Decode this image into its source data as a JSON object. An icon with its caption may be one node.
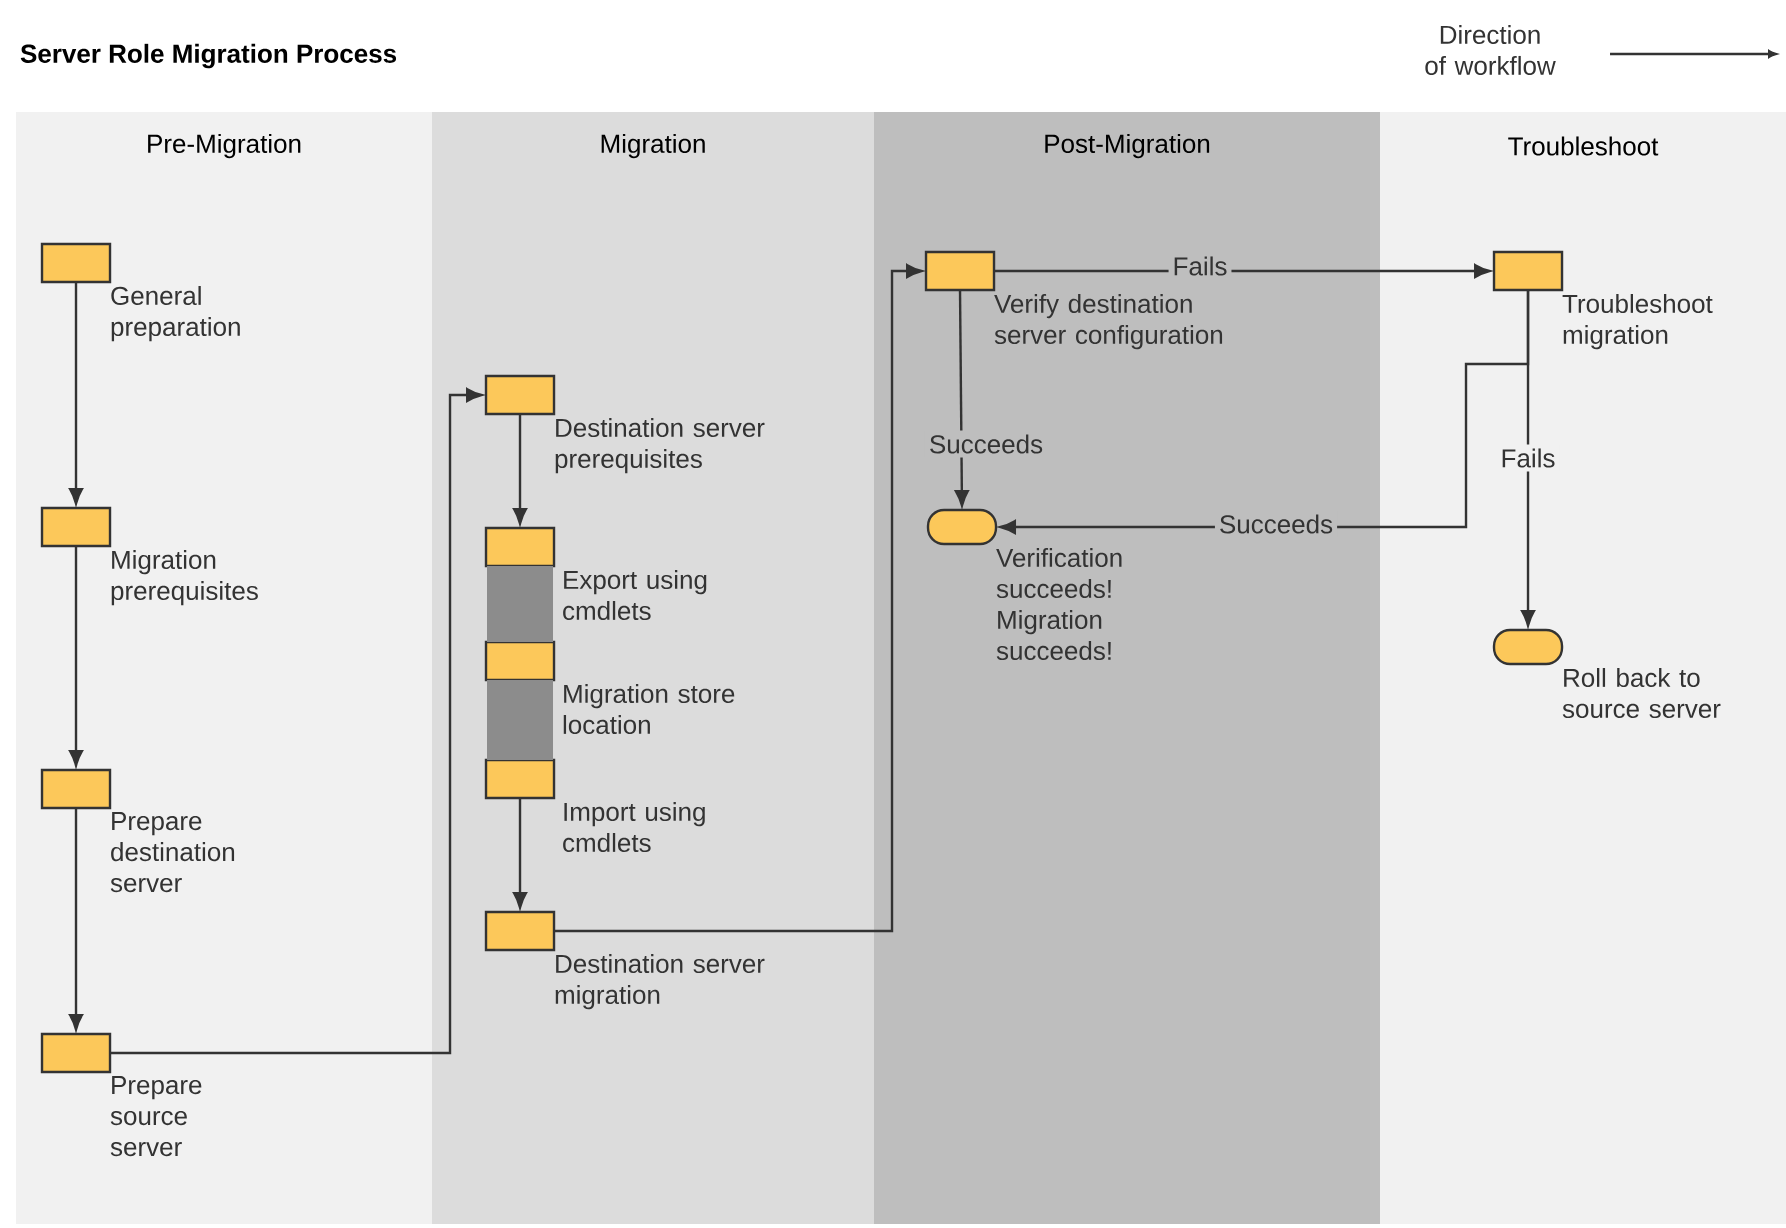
{
  "diagram": {
    "title": "Server Role Migration Process",
    "nodes": [
      {
        "text": [
          "Pre-Migration"
        ]
      },
      {
        "text": [
          "Migration"
        ]
      },
      {
        "text": [
          "Post-Migration"
        ]
      },
      {
        "text": [
          "Troubleshoot"
        ]
      },
      {
        "text": [
          "General preparation"
        ],
        "in": 0
      },
      {
        "text": [
          "Migration prerequisites"
        ],
        "in": 0
      },
      {
        "text": [
          "Prepare destination server"
        ],
        "in": 0
      },
      {
        "text": [
          "Prepare source server"
        ],
        "in": 0
      },
      {
        "text": [
          "Destination server prerequisites"
        ],
        "in": 1
      },
      {
        "text": [
          "Export using cmdlets"
        ],
        "in": 1
      },
      {
        "text": [
          "Migration store location"
        ],
        "in": 1
      },
      {
        "text": [
          "Import using cmdlets"
        ],
        "in": 1
      },
      {
        "text": [
          "Destination server migration"
        ],
        "in": 1
      },
      {
        "text": [
          "Verify destination server configuration"
        ],
        "in": 2
      },
      {
        "text": [
          "Verification succeeds! Migration succeeds!"
        ],
        "in": 2
      },
      {
        "text": [
          "Troubleshoot migration"
        ],
        "in": 3
      },
      {
        "text": [
          "Roll back to source server"
        ],
        "in": 3
      }
    ],
    "edges": [
      {
        "from": 4,
        "to": 5,
        "arrow": "to"
      },
      {
        "from": 5,
        "to": 6,
        "arrow": "to"
      },
      {
        "from": 6,
        "to": 7,
        "arrow": "to"
      },
      {
        "from": 7,
        "to": 8,
        "arrow": "to"
      },
      {
        "from": 8,
        "to": 9,
        "arrow": "to"
      },
      {
        "from": 9,
        "to": 10,
        "arrow": "none",
        "style": "thick",
        "color": "#8c8c8c"
      },
      {
        "from": 10,
        "to": 11,
        "arrow": "none",
        "style": "thick",
        "color": "#8c8c8c"
      },
      {
        "from": 11,
        "to": 12,
        "arrow": "to"
      },
      {
        "from": 12,
        "to": 13,
        "arrow": "to"
      },
      {
        "from": 13,
        "to": 15,
        "arrow": "to",
        "label": "Fails"
      },
      {
        "from": 13,
        "to": 14,
        "arrow": "to",
        "label": "Succeeds"
      },
      {
        "from": 15,
        "to": 14,
        "arrow": "to",
        "label": "Succeeds"
      },
      {
        "from": 15,
        "to": 16,
        "arrow": "to",
        "label": "Fails"
      }
    ],
    "labels": [
      "Direction of workflow"
    ]
  }
}
